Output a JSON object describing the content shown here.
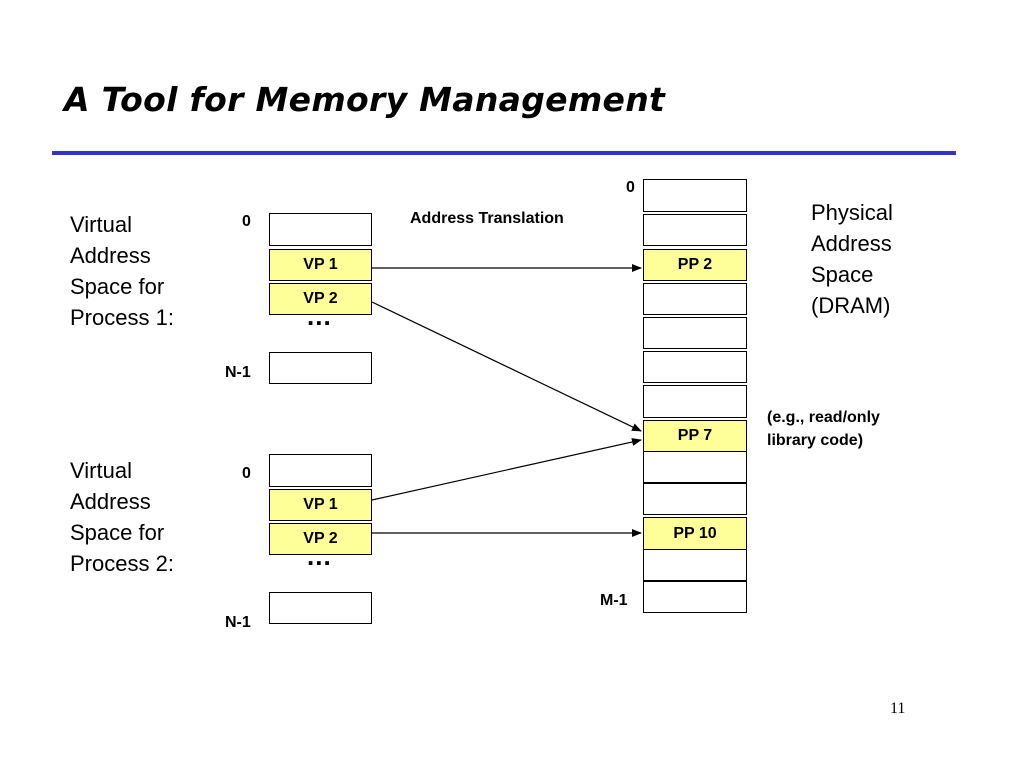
{
  "slide": {
    "title": "A Tool for Memory Management",
    "page_number": "11",
    "accent_color": "#3333cc",
    "highlight_color": "#ffff99"
  },
  "process1": {
    "label_lines": [
      "Virtual",
      "Address",
      "Space for",
      "Process 1:"
    ],
    "start_label": "0",
    "end_label": "N-1",
    "pages": [
      "VP 1",
      "VP 2"
    ],
    "ellipsis": "..."
  },
  "process2": {
    "label_lines": [
      "Virtual",
      "Address",
      "Space for",
      "Process 2:"
    ],
    "start_label": "0",
    "end_label": "N-1",
    "pages": [
      "VP 1",
      "VP 2"
    ],
    "ellipsis": "..."
  },
  "physical": {
    "label_lines": [
      "Physical",
      "Address",
      "Space",
      "(DRAM)"
    ],
    "start_label": "0",
    "end_label": "M-1",
    "pages": [
      "PP 2",
      "PP 7",
      "PP 10"
    ]
  },
  "annotations": {
    "translation": "Address Translation",
    "shared_note_lines": [
      "(e.g., read/only",
      "library code)"
    ]
  },
  "mappings": [
    {
      "from": "Process 1 VP 1",
      "to": "PP 2"
    },
    {
      "from": "Process 1 VP 2",
      "to": "PP 7"
    },
    {
      "from": "Process 2 VP 1",
      "to": "PP 7"
    },
    {
      "from": "Process 2 VP 2",
      "to": "PP 10"
    }
  ]
}
